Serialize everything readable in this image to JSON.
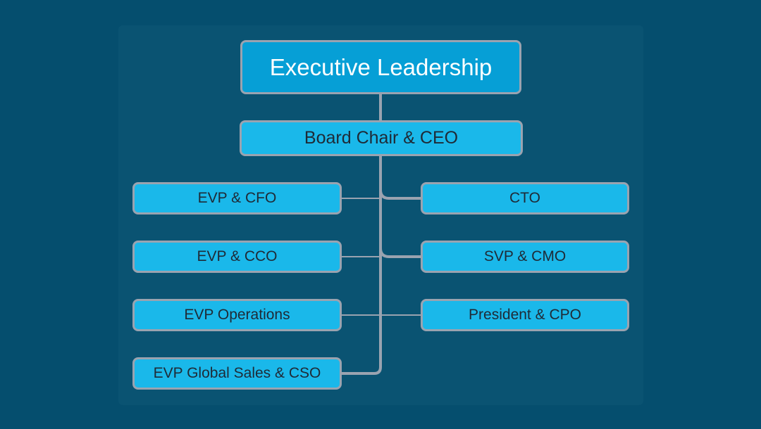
{
  "org_chart": {
    "title": "Executive Leadership",
    "head": "Board Chair & CEO",
    "left_reports": [
      "EVP & CFO",
      "EVP & CCO",
      "EVP Operations",
      "EVP Global Sales & CSO"
    ],
    "right_reports": [
      "CTO",
      "SVP & CMO",
      "President & CPO"
    ]
  },
  "colors": {
    "background": "#054e6e",
    "title_box": "#069fd6",
    "node_box": "#1ab8ea",
    "border": "#9aa3b0"
  }
}
